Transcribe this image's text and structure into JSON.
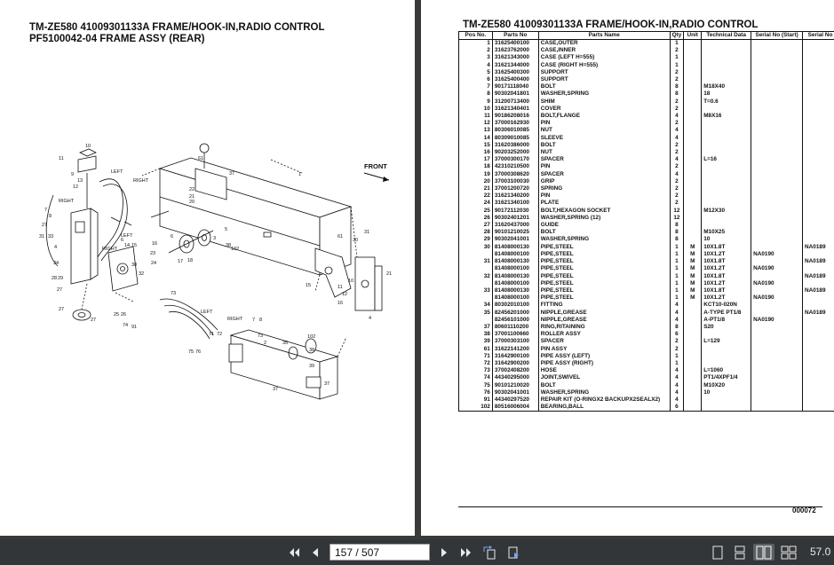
{
  "left_page": {
    "title_line1": "TM-ZE580 41009301133A FRAME/HOOK-IN,RADIO CONTROL",
    "title_line2": "PF5100042-04 FRAME ASSY (REAR)",
    "diagram_labels": {
      "front": "FRONT",
      "left": "LEFT",
      "right": "RIGHT"
    }
  },
  "right_page": {
    "title": "TM-ZE580 41009301133A FRAME/HOOK-IN,RADIO CONTROL",
    "columns": [
      "Pos No.",
      "Parts No",
      "Parts Name",
      "Qty",
      "Unit",
      "Technical Data",
      "Serial No (Start)",
      "Serial No"
    ],
    "rows": [
      [
        "1",
        "31625400100",
        "CASE,OUTER",
        "1",
        "",
        "",
        "",
        ""
      ],
      [
        "2",
        "31623762000",
        "CASE,INNER",
        "2",
        "",
        "",
        "",
        ""
      ],
      [
        "3",
        "31621343000",
        "CASE (LEFT H=555)",
        "1",
        "",
        "",
        "",
        ""
      ],
      [
        "4",
        "31621344000",
        "CASE (RIGHT H=555)",
        "1",
        "",
        "",
        "",
        ""
      ],
      [
        "5",
        "31625400300",
        "SUPPORT",
        "2",
        "",
        "",
        "",
        ""
      ],
      [
        "6",
        "31625400400",
        "SUPPORT",
        "2",
        "",
        "",
        "",
        ""
      ],
      [
        "7",
        "90171118040",
        "BOLT",
        "8",
        "",
        "M18X40",
        "",
        ""
      ],
      [
        "8",
        "90302041801",
        "WASHER,SPRING",
        "8",
        "",
        "18",
        "",
        ""
      ],
      [
        "9",
        "31200713400",
        "SHIM",
        "2",
        "",
        "T=0.6",
        "",
        ""
      ],
      [
        "10",
        "31621340401",
        "COVER",
        "2",
        "",
        "",
        "",
        ""
      ],
      [
        "11",
        "90186208016",
        "BOLT,FLANGE",
        "4",
        "",
        "M8X16",
        "",
        ""
      ],
      [
        "12",
        "37000162930",
        "PIN",
        "2",
        "",
        "",
        "",
        ""
      ],
      [
        "13",
        "80306010085",
        "NUT",
        "4",
        "",
        "",
        "",
        ""
      ],
      [
        "14",
        "80309010085",
        "SLEEVE",
        "4",
        "",
        "",
        "",
        ""
      ],
      [
        "15",
        "31620386000",
        "BOLT",
        "2",
        "",
        "",
        "",
        ""
      ],
      [
        "16",
        "90203252000",
        "NUT",
        "2",
        "",
        "",
        "",
        ""
      ],
      [
        "17",
        "37000300170",
        "SPACER",
        "4",
        "",
        "L=16",
        "",
        ""
      ],
      [
        "18",
        "42310210500",
        "PIN",
        "2",
        "",
        "",
        "",
        ""
      ],
      [
        "19",
        "37000308620",
        "SPACER",
        "4",
        "",
        "",
        "",
        ""
      ],
      [
        "20",
        "37003100030",
        "GRIP",
        "2",
        "",
        "",
        "",
        ""
      ],
      [
        "21",
        "37001200720",
        "SPRING",
        "2",
        "",
        "",
        "",
        ""
      ],
      [
        "22",
        "31621340200",
        "PIN",
        "2",
        "",
        "",
        "",
        ""
      ],
      [
        "24",
        "31621340100",
        "PLATE",
        "2",
        "",
        "",
        "",
        ""
      ],
      [
        "25",
        "90172112030",
        "BOLT,HEXAGON SOCKET",
        "12",
        "",
        "M12X30",
        "",
        ""
      ],
      [
        "26",
        "90302401201",
        "WASHER,SPRING (12)",
        "12",
        "",
        "",
        "",
        ""
      ],
      [
        "27",
        "31620437000",
        "GUIDE",
        "8",
        "",
        "",
        "",
        ""
      ],
      [
        "28",
        "90101210025",
        "BOLT",
        "8",
        "",
        "M10X25",
        "",
        ""
      ],
      [
        "29",
        "90302041001",
        "WASHER,SPRING",
        "8",
        "",
        "10",
        "",
        ""
      ],
      [
        "30",
        "81408000130",
        "PIPE,STEEL",
        "1",
        "M",
        "10X1.8T",
        "",
        "NA0189"
      ],
      [
        "",
        "81408000100",
        "PIPE,STEEL",
        "1",
        "M",
        "10X1.2T",
        "NA0190",
        ""
      ],
      [
        "31",
        "81408000130",
        "PIPE,STEEL",
        "1",
        "M",
        "10X1.8T",
        "",
        "NA0189"
      ],
      [
        "",
        "81408000100",
        "PIPE,STEEL",
        "1",
        "M",
        "10X1.2T",
        "NA0190",
        ""
      ],
      [
        "32",
        "81408000130",
        "PIPE,STEEL",
        "1",
        "M",
        "10X1.8T",
        "",
        "NA0189"
      ],
      [
        "",
        "81408000100",
        "PIPE,STEEL",
        "1",
        "M",
        "10X1.2T",
        "NA0190",
        ""
      ],
      [
        "33",
        "81408000130",
        "PIPE,STEEL",
        "1",
        "M",
        "10X1.8T",
        "",
        "NA0189"
      ],
      [
        "",
        "81408000100",
        "PIPE,STEEL",
        "1",
        "M",
        "10X1.2T",
        "NA0190",
        ""
      ],
      [
        "34",
        "80302010100",
        "FITTING",
        "4",
        "",
        "KCT10-020N",
        "",
        ""
      ],
      [
        "35",
        "82456201000",
        "NIPPLE,GREASE",
        "4",
        "",
        "A-TYPE PT1/8",
        "",
        "NA0189"
      ],
      [
        "",
        "82456101000",
        "NIPPLE,GREASE",
        "4",
        "",
        "A-PT1/8",
        "NA0190",
        ""
      ],
      [
        "37",
        "80601110200",
        "RING,RITAINING",
        "8",
        "",
        "S20",
        "",
        ""
      ],
      [
        "38",
        "37001100660",
        "ROLLER ASSY",
        "6",
        "",
        "",
        "",
        ""
      ],
      [
        "39",
        "37000303100",
        "SPACER",
        "2",
        "",
        "L=129",
        "",
        ""
      ],
      [
        "61",
        "31622141200",
        "PIN ASSY",
        "2",
        "",
        "",
        "",
        ""
      ],
      [
        "71",
        "31642900100",
        "PIPE ASSY (LEFT)",
        "1",
        "",
        "",
        "",
        ""
      ],
      [
        "72",
        "31642900200",
        "PIPE ASSY (RIGHT)",
        "1",
        "",
        "",
        "",
        ""
      ],
      [
        "73",
        "37002408200",
        "HOSE",
        "4",
        "",
        "L=1060",
        "",
        ""
      ],
      [
        "74",
        "44340295000",
        "JOINT,SWIVEL",
        "4",
        "",
        "PT1/4XPF1/4",
        "",
        ""
      ],
      [
        "75",
        "90101210020",
        "BOLT",
        "4",
        "",
        "M10X20",
        "",
        ""
      ],
      [
        "76",
        "90302041001",
        "WASHER,SPRING",
        "4",
        "",
        "10",
        "",
        ""
      ],
      [
        "91",
        "44340297520",
        "REPAIR KIT (O-RINGX2 BACKUPX2SEALX2)",
        "4",
        "",
        "",
        "",
        ""
      ],
      [
        "102",
        "80516006004",
        "BEARING,BALL",
        "6",
        "",
        "",
        "",
        ""
      ]
    ],
    "footer_code": "000072"
  },
  "toolbar": {
    "page_value": "157 / 507",
    "zoom_text": "57.0"
  }
}
